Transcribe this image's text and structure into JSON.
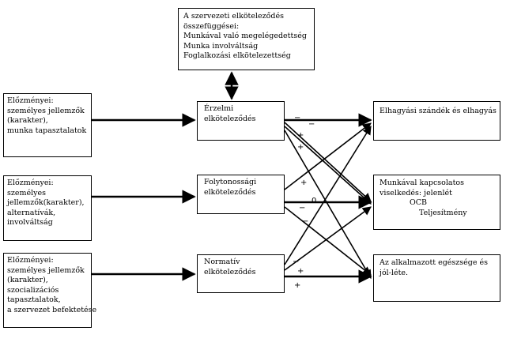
{
  "top": {
    "lines": [
      "A szervezeti elköteleződés",
      "összefüggései:",
      "Munkával való megelégedettség",
      "Munka involváltság",
      "Foglalkozási elkötelezettség"
    ]
  },
  "antecedents": [
    {
      "lines": [
        "Előzményei:",
        "személyes jellemzők",
        "(karakter),",
        "munka tapasztalatok"
      ]
    },
    {
      "lines": [
        "Előzményei:",
        "személyes",
        "jellemzők(karakter),",
        "alternatívák,",
        "involváltság"
      ]
    },
    {
      "lines": [
        "Előzményei:",
        "személyes jellemzők",
        "(karakter),",
        "szocializációs",
        "tapasztalatok,",
        "a szervezet befektetése"
      ]
    }
  ],
  "commitments": [
    {
      "lines": [
        "Érzelmi",
        "elköteleződés"
      ]
    },
    {
      "lines": [
        "Folytonossági",
        "elköteleződés"
      ]
    },
    {
      "lines": [
        "Normatív",
        "elköteleződés"
      ]
    }
  ],
  "outcomes": [
    {
      "lines": [
        "Elhagyási szándék és elhagyás"
      ]
    },
    {
      "lines": [
        "Munkával kapcsolatos",
        "viselkedés: jelenlét",
        "OCB",
        "Teljesítmény"
      ]
    },
    {
      "lines": [
        "Az alkalmazott egészsége és",
        "jól-léte."
      ]
    }
  ],
  "signs": {
    "affective": [
      "−",
      "−",
      "+",
      "+"
    ],
    "continuance": [
      "+",
      "0",
      "−",
      "−"
    ],
    "normative": [
      "−",
      "+",
      "+"
    ]
  }
}
